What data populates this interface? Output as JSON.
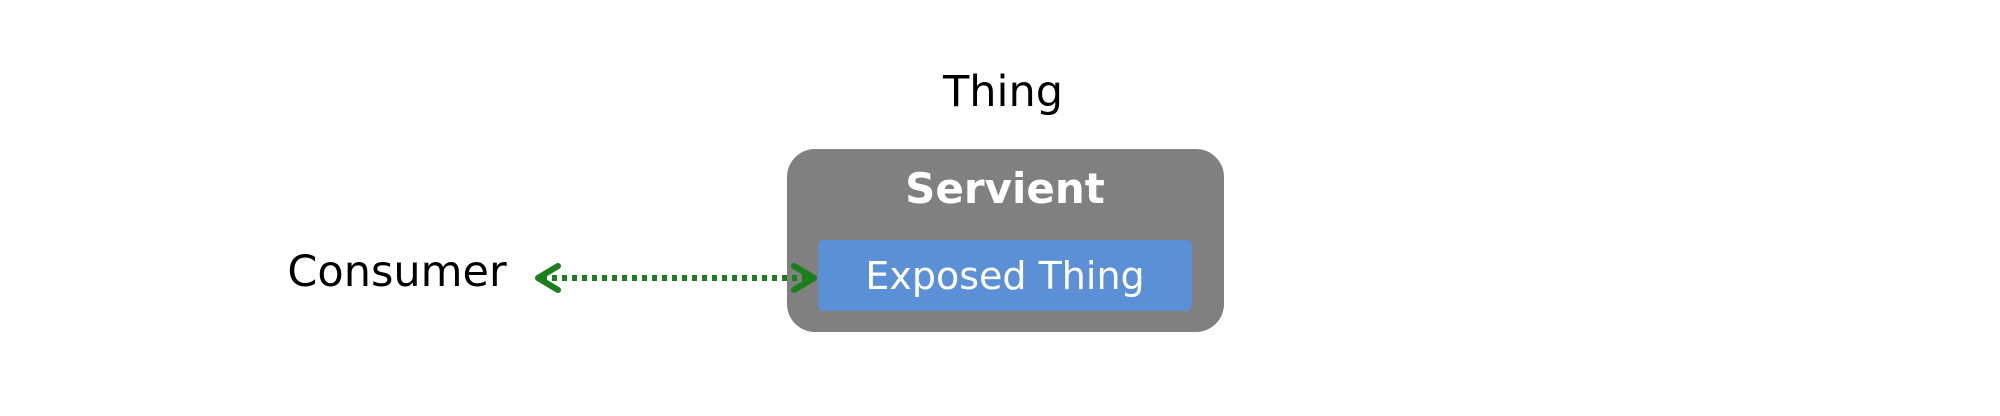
{
  "thing_label": "Thing",
  "servient_label": "Servient",
  "exposed_thing_label": "Exposed Thing",
  "consumer_label": "Consumer",
  "colors": {
    "servient_fill": "#808080",
    "exposed_fill": "#5b8fd6",
    "arrow": "#1a7f1a",
    "text_dark": "#000000",
    "text_light": "#ffffff"
  }
}
